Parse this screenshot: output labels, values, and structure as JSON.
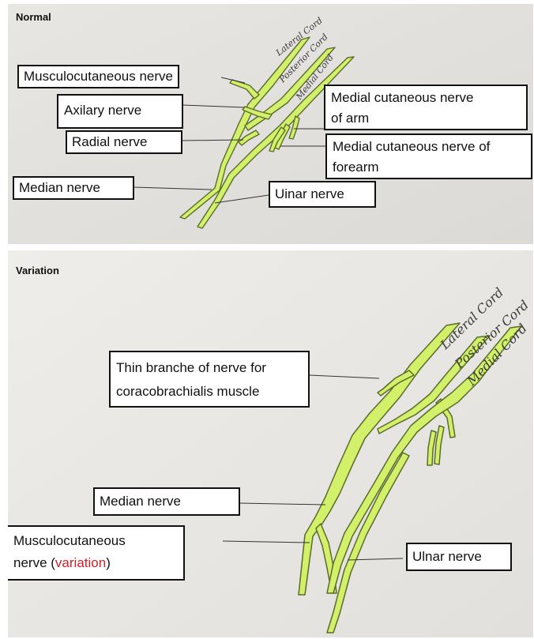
{
  "normal": {
    "title": "Normal",
    "cords": {
      "lateral": "Lateral Cord",
      "posterior": "Posterior Cord",
      "medial": "Medial Cord"
    },
    "labels": {
      "musculocutaneous": "Musculocutaneous nerve",
      "axillary": "Axilary nerve",
      "radial": "Radial nerve",
      "median": "Median nerve",
      "medial_cut_arm_1": "Medial cutaneous nerve",
      "medial_cut_arm_2": "of arm",
      "medial_cut_forearm_1": "Medial cutaneous nerve of",
      "medial_cut_forearm_2": "forearm",
      "ulnar": "Uinar nerve"
    }
  },
  "variation": {
    "title": "Variation",
    "cords": {
      "lateral": "Lateral Cord",
      "posterior": "Posterior Cord",
      "medial": "Medial Cord"
    },
    "labels": {
      "thin_branch_1": "Thin branche of nerve for",
      "thin_branch_2": "coracobrachialis muscle",
      "median": "Median nerve",
      "musculocutaneous_1": "Musculocutaneous",
      "musculocutaneous_2": "nerve (",
      "musculocutaneous_highlight": "variation",
      "musculocutaneous_3": ")",
      "ulnar": "Ulnar nerve"
    }
  },
  "colors": {
    "nerve": "#d3f06a",
    "nerve_outline": "#5a6b2a",
    "paper_top": "#e6e4e0",
    "paper_bottom": "#ecebe8",
    "highlight": "#d0202a"
  }
}
